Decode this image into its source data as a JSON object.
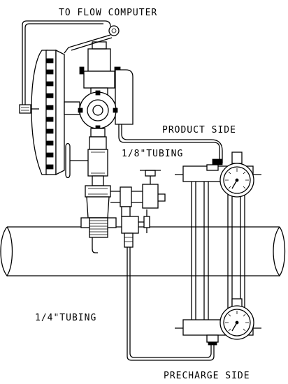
{
  "labels": {
    "to_flow_computer": "TO FLOW COMPUTER",
    "product_side": "PRODUCT SIDE",
    "eighth_tubing": "1/8\"TUBING",
    "quarter_tubing": "1/4\"TUBING",
    "precharge_side": "PRECHARGE SIDE"
  }
}
